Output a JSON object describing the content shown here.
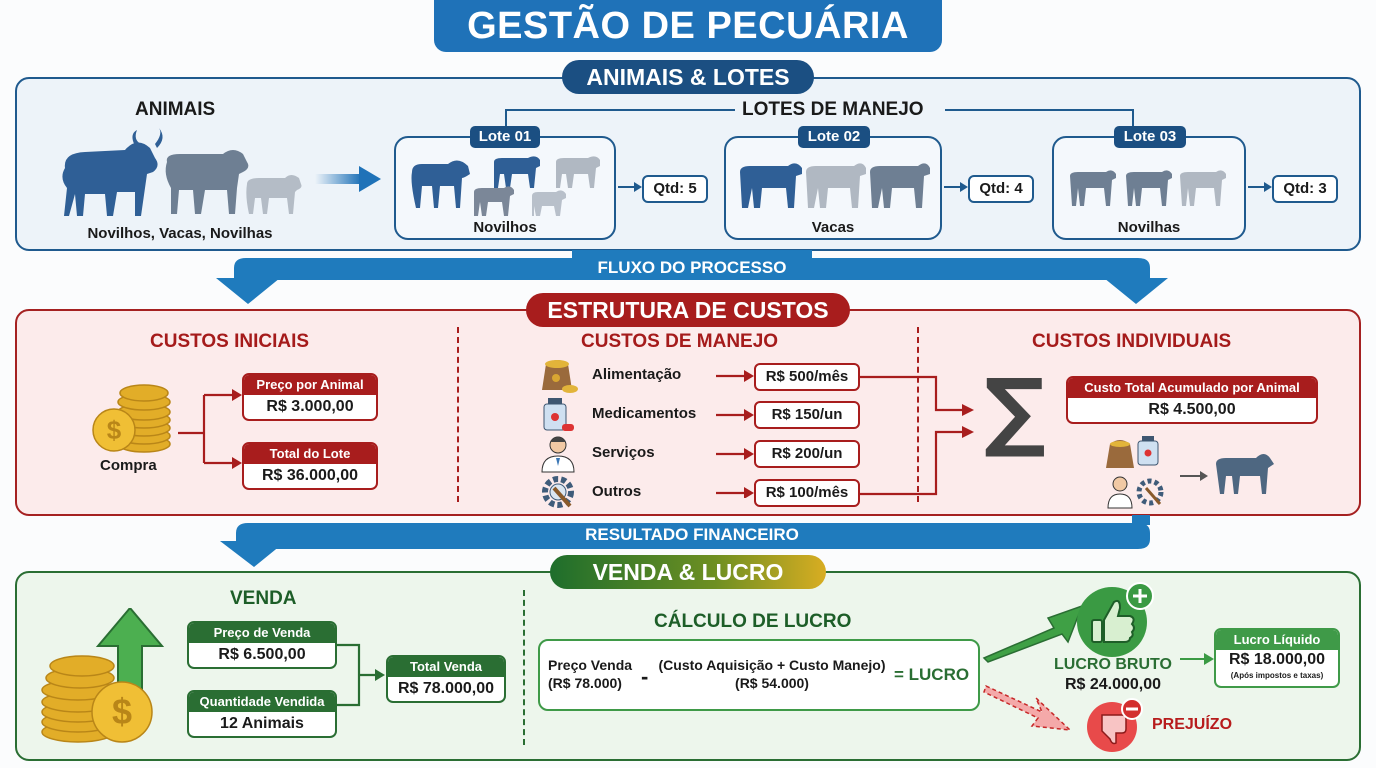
{
  "title": "GESTÃO DE PECUÁRIA",
  "animais_lotes": {
    "section_label": "ANIMAIS & LOTES",
    "animais_heading": "ANIMAIS",
    "animais_caption": "Novilhos, Vacas, Novilhas",
    "lotes_heading": "LOTES DE MANEJO",
    "lotes": [
      {
        "tag": "Lote 01",
        "caption": "Novilhos",
        "qtd": "Qtd: 5"
      },
      {
        "tag": "Lote 02",
        "caption": "Vacas",
        "qtd": "Qtd: 4"
      },
      {
        "tag": "Lote 03",
        "caption": "Novilhas",
        "qtd": "Qtd: 3"
      }
    ]
  },
  "flow_band_1": "FLUXO DO PROCESSO",
  "custos": {
    "section_label": "ESTRUTURA DE CUSTOS",
    "iniciais": {
      "heading": "CUSTOS INICIAIS",
      "icon_caption": "Compra",
      "preco_label": "Preço por Animal",
      "preco_value": "R$ 3.000,00",
      "total_label": "Total do Lote",
      "total_value": "R$ 36.000,00"
    },
    "manejo": {
      "heading": "CUSTOS DE MANEJO",
      "items": [
        {
          "label": "Alimentação",
          "value": "R$ 500/mês",
          "icon": "feed-sack-icon"
        },
        {
          "label": "Medicamentos",
          "value": "R$ 150/un",
          "icon": "medicine-bottle-icon"
        },
        {
          "label": "Serviços",
          "value": "R$ 200/un",
          "icon": "veterinarian-icon"
        },
        {
          "label": "Outros",
          "value": "R$ 100/mês",
          "icon": "gear-wrench-icon"
        }
      ]
    },
    "individuais": {
      "heading": "CUSTOS INDIVIDUAIS",
      "sum_symbol": "∑",
      "total_label": "Custo Total Acumulado por Animal",
      "total_value": "R$ 4.500,00"
    }
  },
  "flow_band_2": "RESULTADO FINANCEIRO",
  "venda_lucro": {
    "section_label": "VENDA & LUCRO",
    "venda": {
      "heading": "VENDA",
      "preco_label": "Preço de Venda",
      "preco_value": "R$ 6.500,00",
      "qtd_label": "Quantidade Vendida",
      "qtd_value": "12 Animais",
      "total_label": "Total Venda",
      "total_value": "R$ 78.000,00"
    },
    "calculo": {
      "heading": "CÁLCULO DE LUCRO",
      "term1_label": "Preço Venda",
      "term1_value": "(R$ 78.000)",
      "minus": "-",
      "term2_label": "(Custo Aquisição + Custo Manejo)",
      "term2_value": "(R$ 54.000)",
      "result": "= LUCRO"
    },
    "lucro_bruto_label": "LUCRO BRUTO",
    "lucro_bruto_value": "R$ 24.000,00",
    "lucro_liquido_label": "Lucro Líquido",
    "lucro_liquido_value": "R$ 18.000,00",
    "lucro_liquido_note": "(Após impostos e taxas)",
    "prejuizo_label": "PREJUÍZO"
  },
  "colors": {
    "blue": "#1f72b8",
    "navy": "#1b4f82",
    "red": "#a81d1d",
    "green": "#2a6e33",
    "gold": "#d8ad22"
  }
}
